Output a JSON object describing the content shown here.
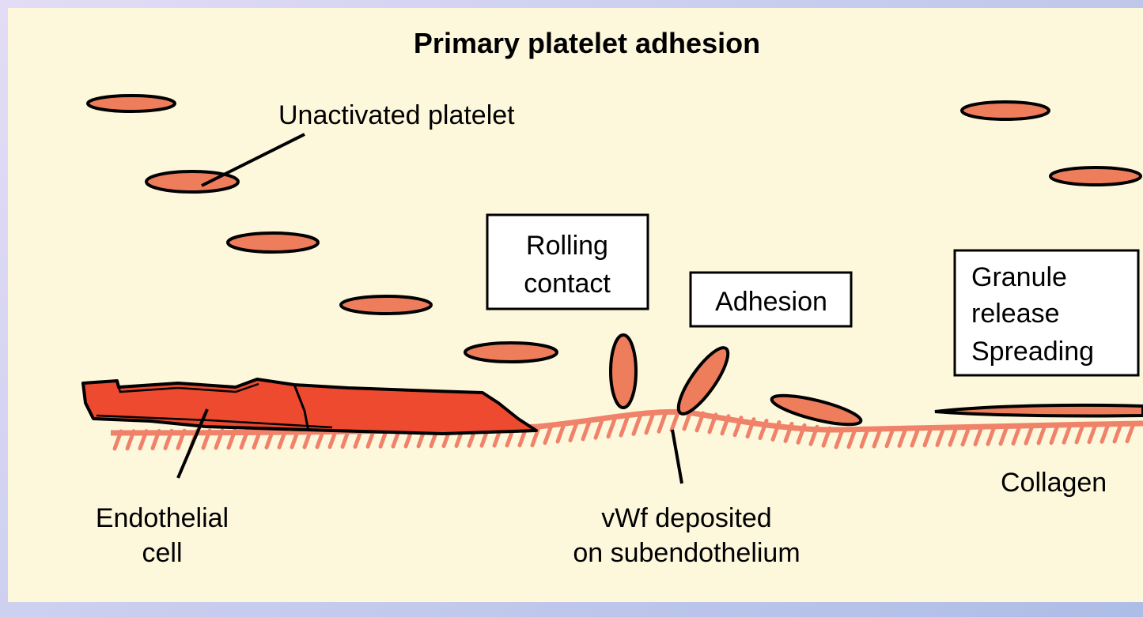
{
  "title": "Primary platelet adhesion",
  "labels": {
    "unactivated": "Unactivated platelet",
    "rolling_1": "Rolling",
    "rolling_2": "contact",
    "adhesion": "Adhesion",
    "granule_1": "Granule",
    "granule_2": "release",
    "granule_3": "Spreading",
    "endothelial_1": "Endothelial",
    "endothelial_2": "cell",
    "vwf_1": "vWf deposited",
    "vwf_2": "on subendothelium",
    "collagen": "Collagen"
  },
  "colors": {
    "panel": "#fdf8dc",
    "platelet": "#ee7d5c",
    "endothelium": "#ee4a30",
    "collagen": "#f0826a",
    "outline": "#000000"
  }
}
